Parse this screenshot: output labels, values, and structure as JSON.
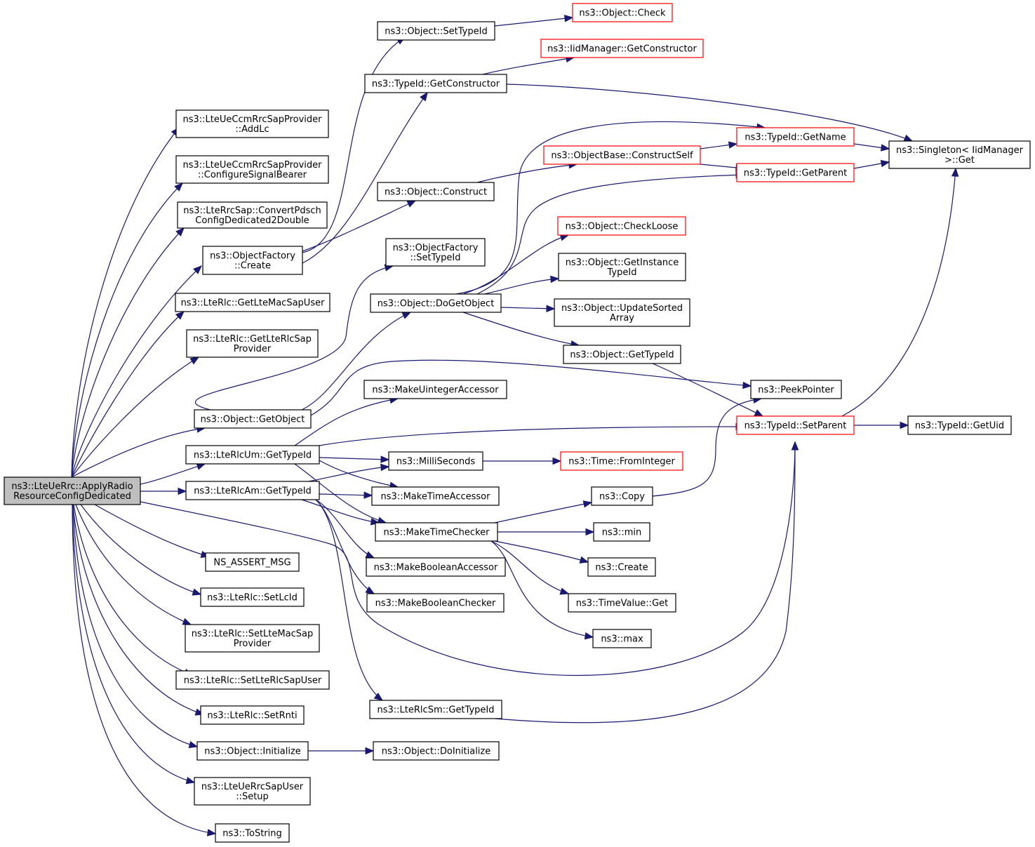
{
  "graph": {
    "colors": {
      "edge": "#191970",
      "node_border": "#000000",
      "truncated_border": "#ff0000",
      "root_fill": "#bfbfbf"
    },
    "nodes": [
      {
        "id": "root",
        "lines": [
          "ns3::LteUeRrc::ApplyRadio",
          "ResourceConfigDedicated"
        ],
        "style": "root"
      },
      {
        "id": "addlc",
        "lines": [
          "ns3::LteUeCcmRrcSapProvider",
          "::AddLc"
        ],
        "style": "normal"
      },
      {
        "id": "csb",
        "lines": [
          "ns3::LteUeCcmRrcSapProvider",
          "::ConfigureSignalBearer"
        ],
        "style": "normal"
      },
      {
        "id": "cpdsch",
        "lines": [
          "ns3::LteRrcSap::ConvertPdsch",
          "ConfigDedicated2Double"
        ],
        "style": "normal"
      },
      {
        "id": "ofcreate",
        "lines": [
          "ns3::ObjectFactory",
          "::Create"
        ],
        "style": "normal"
      },
      {
        "id": "getmacuser",
        "lines": [
          "ns3::LteRlc::GetLteMacSapUser"
        ],
        "style": "normal"
      },
      {
        "id": "getrlcprov",
        "lines": [
          "ns3::LteRlc::GetLteRlcSap",
          "Provider"
        ],
        "style": "normal"
      },
      {
        "id": "getobject",
        "lines": [
          "ns3::Object::GetObject"
        ],
        "style": "normal"
      },
      {
        "id": "umtype",
        "lines": [
          "ns3::LteRlcUm::GetTypeId"
        ],
        "style": "normal"
      },
      {
        "id": "amtype",
        "lines": [
          "ns3::LteRlcAm::GetTypeId"
        ],
        "style": "normal"
      },
      {
        "id": "assert",
        "lines": [
          "NS_ASSERT_MSG"
        ],
        "style": "normal"
      },
      {
        "id": "setlcid",
        "lines": [
          "ns3::LteRlc::SetLcId"
        ],
        "style": "normal"
      },
      {
        "id": "setmacprov",
        "lines": [
          "ns3::LteRlc::SetLteMacSap",
          "Provider"
        ],
        "style": "normal"
      },
      {
        "id": "setrlcuser",
        "lines": [
          "ns3::LteRlc::SetLteRlcSapUser"
        ],
        "style": "normal"
      },
      {
        "id": "setrnti",
        "lines": [
          "ns3::LteRlc::SetRnti"
        ],
        "style": "normal"
      },
      {
        "id": "initialize",
        "lines": [
          "ns3::Object::Initialize"
        ],
        "style": "normal"
      },
      {
        "id": "setup",
        "lines": [
          "ns3::LteUeRrcSapUser",
          "::Setup"
        ],
        "style": "normal"
      },
      {
        "id": "tostring",
        "lines": [
          "ns3::ToString"
        ],
        "style": "normal"
      },
      {
        "id": "settypeid",
        "lines": [
          "ns3::Object::SetTypeId"
        ],
        "style": "normal"
      },
      {
        "id": "getctor",
        "lines": [
          "ns3::TypeId::GetConstructor"
        ],
        "style": "normal"
      },
      {
        "id": "construct",
        "lines": [
          "ns3::Object::Construct"
        ],
        "style": "normal"
      },
      {
        "id": "ofsettype",
        "lines": [
          "ns3::ObjectFactory",
          "::SetTypeId"
        ],
        "style": "normal"
      },
      {
        "id": "dogetobject",
        "lines": [
          "ns3::Object::DoGetObject"
        ],
        "style": "normal"
      },
      {
        "id": "mkuint",
        "lines": [
          "ns3::MakeUintegerAccessor"
        ],
        "style": "normal"
      },
      {
        "id": "millis",
        "lines": [
          "ns3::MilliSeconds"
        ],
        "style": "normal"
      },
      {
        "id": "mktimeacc",
        "lines": [
          "ns3::MakeTimeAccessor"
        ],
        "style": "normal"
      },
      {
        "id": "mktimechk",
        "lines": [
          "ns3::MakeTimeChecker"
        ],
        "style": "normal"
      },
      {
        "id": "mkboolacc",
        "lines": [
          "ns3::MakeBooleanAccessor"
        ],
        "style": "normal"
      },
      {
        "id": "mkboolchk",
        "lines": [
          "ns3::MakeBooleanChecker"
        ],
        "style": "normal"
      },
      {
        "id": "smtype",
        "lines": [
          "ns3::LteRlcSm::GetTypeId"
        ],
        "style": "normal"
      },
      {
        "id": "doinit",
        "lines": [
          "ns3::Object::DoInitialize"
        ],
        "style": "normal"
      },
      {
        "id": "check",
        "lines": [
          "ns3::Object::Check"
        ],
        "style": "truncated"
      },
      {
        "id": "iidctor",
        "lines": [
          "ns3::IidManager::GetConstructor"
        ],
        "style": "truncated"
      },
      {
        "id": "cself",
        "lines": [
          "ns3::ObjectBase::ConstructSelf"
        ],
        "style": "truncated"
      },
      {
        "id": "checkloose",
        "lines": [
          "ns3::Object::CheckLoose"
        ],
        "style": "truncated"
      },
      {
        "id": "getinst",
        "lines": [
          "ns3::Object::GetInstance",
          "TypeId"
        ],
        "style": "normal"
      },
      {
        "id": "updsort",
        "lines": [
          "ns3::Object::UpdateSorted",
          "Array"
        ],
        "style": "normal"
      },
      {
        "id": "objgettype",
        "lines": [
          "ns3::Object::GetTypeId"
        ],
        "style": "normal"
      },
      {
        "id": "frominteger",
        "lines": [
          "ns3::Time::FromInteger"
        ],
        "style": "truncated"
      },
      {
        "id": "copy",
        "lines": [
          "ns3::Copy"
        ],
        "style": "normal"
      },
      {
        "id": "min",
        "lines": [
          "ns3::min"
        ],
        "style": "normal"
      },
      {
        "id": "create",
        "lines": [
          "ns3::Create"
        ],
        "style": "normal"
      },
      {
        "id": "tvget",
        "lines": [
          "ns3::TimeValue::Get"
        ],
        "style": "normal"
      },
      {
        "id": "max",
        "lines": [
          "ns3::max"
        ],
        "style": "normal"
      },
      {
        "id": "getname",
        "lines": [
          "ns3::TypeId::GetName"
        ],
        "style": "truncated"
      },
      {
        "id": "getparent",
        "lines": [
          "ns3::TypeId::GetParent"
        ],
        "style": "truncated"
      },
      {
        "id": "peek",
        "lines": [
          "ns3::PeekPointer"
        ],
        "style": "normal"
      },
      {
        "id": "setparent",
        "lines": [
          "ns3::TypeId::SetParent"
        ],
        "style": "truncated"
      },
      {
        "id": "singleton",
        "lines": [
          "ns3::Singleton< IidManager",
          " >::Get"
        ],
        "style": "normal"
      },
      {
        "id": "getuid",
        "lines": [
          "ns3::TypeId::GetUid"
        ],
        "style": "normal"
      }
    ]
  }
}
